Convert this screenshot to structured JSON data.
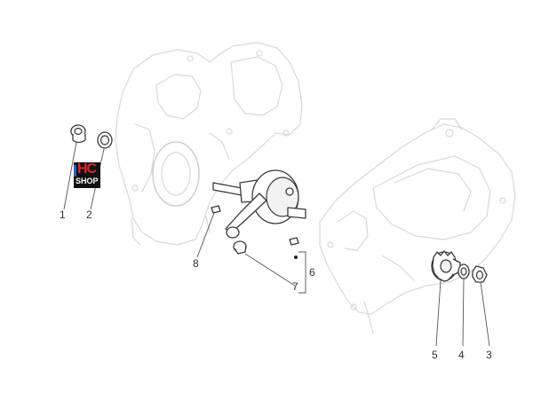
{
  "callouts": [
    {
      "id": "1",
      "label": "1"
    },
    {
      "id": "2",
      "label": "2"
    },
    {
      "id": "3",
      "label": "3"
    },
    {
      "id": "4",
      "label": "4"
    },
    {
      "id": "5",
      "label": "5"
    },
    {
      "id": "6",
      "label": "6"
    },
    {
      "id": "7",
      "label": "7"
    },
    {
      "id": "8",
      "label": "8"
    }
  ],
  "logo": {
    "top": "HC",
    "bottom": "SHOP",
    "colors": {
      "top": "#e0242c",
      "bottom": "#ffffff",
      "bg": "#111111"
    }
  }
}
